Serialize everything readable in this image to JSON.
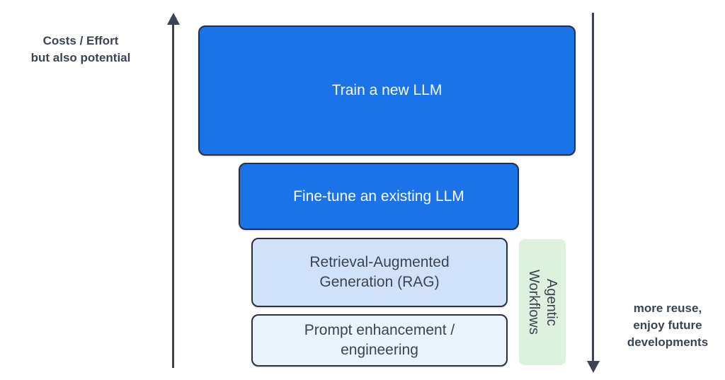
{
  "diagram": {
    "title_hidden": "",
    "background": "#ffffff",
    "axis_color": "#3c4453",
    "labels": {
      "left": "Costs / Effort\nbut also potential",
      "right": "more reuse,\nenjoy future\ndevelopments"
    },
    "axes": [
      {
        "name": "costs-effort-axis",
        "direction": "up",
        "icon": "arrow-up-icon"
      },
      {
        "name": "reuse-axis",
        "direction": "down",
        "icon": "arrow-down-icon"
      }
    ],
    "bars": [
      {
        "id": "train",
        "label": "Train a new LLM",
        "fill": "#1a73e8",
        "text_color": "#ffffff",
        "border": "#2b303b",
        "rank": 1
      },
      {
        "id": "finetune",
        "label": "Fine-tune an existing LLM",
        "fill": "#1a73e8",
        "text_color": "#ffffff",
        "border": "#2b303b",
        "rank": 2
      },
      {
        "id": "rag",
        "label": "Retrieval-Augmented\nGeneration (RAG)",
        "fill": "#cfe2fa",
        "text_color": "#3c4453",
        "border": "#2b303b",
        "rank": 3
      },
      {
        "id": "prompt",
        "label": "Prompt enhancement /\nengineering",
        "fill": "#eaf2fc",
        "text_color": "#3c4453",
        "border": "#2b303b",
        "rank": 4
      }
    ],
    "band": {
      "id": "agentic",
      "label": "Agentic\nWorkflows",
      "fill": "#dcf2de",
      "text_color": "#3c4453"
    }
  }
}
